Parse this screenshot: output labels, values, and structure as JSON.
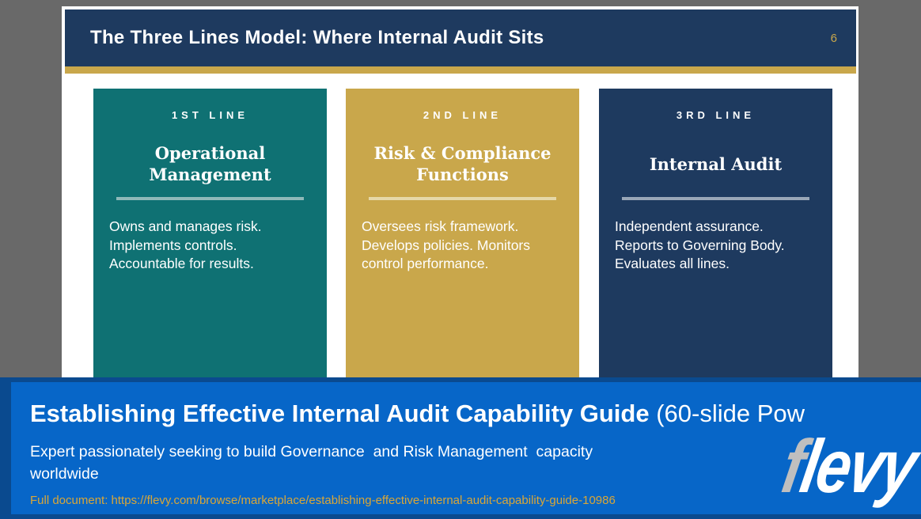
{
  "slide": {
    "header": {
      "title": "The Three Lines Model: Where Internal Audit Sits",
      "page_number": "6",
      "background": "#1E3A5F",
      "page_number_color": "#C9A74B"
    },
    "accent_bar_color": "#C9A74B",
    "columns": [
      {
        "line_label": "1ST LINE",
        "heading": "Operational Management",
        "body_lines": [
          "Owns and manages risk.",
          "Implements controls.",
          "Accountable for results."
        ],
        "color": "#0F7173",
        "divider_color": "#8FB9B9"
      },
      {
        "line_label": "2ND LINE",
        "heading": "Risk & Compliance Functions",
        "body_lines": [
          "Oversees risk framework.",
          "Develops policies. Monitors",
          "control performance."
        ],
        "color": "#C9A74B",
        "divider_color": "#E6D8A8"
      },
      {
        "line_label": "3RD LINE",
        "heading": "Internal Audit",
        "body_lines": [
          "Independent assurance.",
          "Reports to Governing Body.",
          "Evaluates all lines."
        ],
        "color": "#1E3A5F",
        "divider_color": "#9AA7B8"
      }
    ]
  },
  "banner": {
    "title_bold": "Establishing Effective Internal Audit Capability Guide",
    "title_suffix": " (60-slide Pow",
    "subtitle_lines": [
      "Expert passionately seeking to build Governance  and Risk Management  capacity",
      "worldwide"
    ],
    "link_text": "Full document: https://flevy.com/browse/marketplace/establishing-effective-internal-audit-capability-guide-10986",
    "logo": {
      "prefix": "f",
      "rest": "levy"
    },
    "background": "#0766C8",
    "border_color": "#0A4A8F",
    "link_color": "#D9A637"
  },
  "colors": {
    "page_background": "#696969"
  }
}
